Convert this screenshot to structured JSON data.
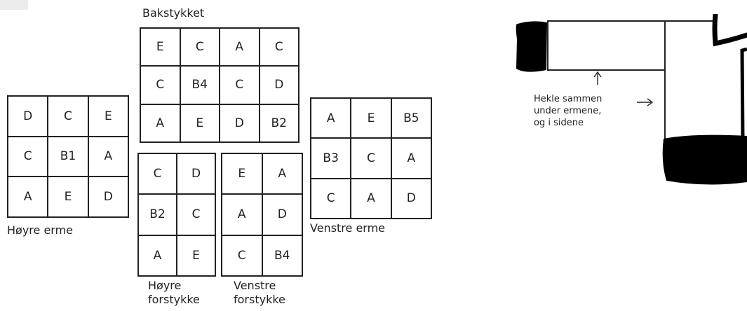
{
  "pieces": {
    "back": {
      "label": "Bakstykket",
      "rows": [
        [
          "E",
          "C",
          "A",
          "C"
        ],
        [
          "C",
          "B4",
          "C",
          "D"
        ],
        [
          "A",
          "E",
          "D",
          "B2"
        ]
      ]
    },
    "right_sleeve": {
      "label": "Høyre erme",
      "rows": [
        [
          "D",
          "C",
          "E"
        ],
        [
          "C",
          "B1",
          "A"
        ],
        [
          "A",
          "E",
          "D"
        ]
      ]
    },
    "left_sleeve": {
      "label": "Venstre erme",
      "rows": [
        [
          "A",
          "E",
          "B5"
        ],
        [
          "B3",
          "C",
          "A"
        ],
        [
          "C",
          "A",
          "D"
        ]
      ]
    },
    "right_front": {
      "label_lines": [
        "Høyre",
        "forstykke"
      ],
      "rows": [
        [
          "C",
          "D"
        ],
        [
          "B2",
          "C"
        ],
        [
          "A",
          "E"
        ]
      ]
    },
    "left_front": {
      "label_lines": [
        "Venstre",
        "forstykke"
      ],
      "rows": [
        [
          "E",
          "A"
        ],
        [
          "A",
          "D"
        ],
        [
          "C",
          "B4"
        ]
      ]
    }
  },
  "note": {
    "lines": [
      "Hekle sammen",
      "under ermene,",
      "og i sidene"
    ]
  },
  "colors": {
    "ink": "#222222",
    "fill": "#000000"
  }
}
